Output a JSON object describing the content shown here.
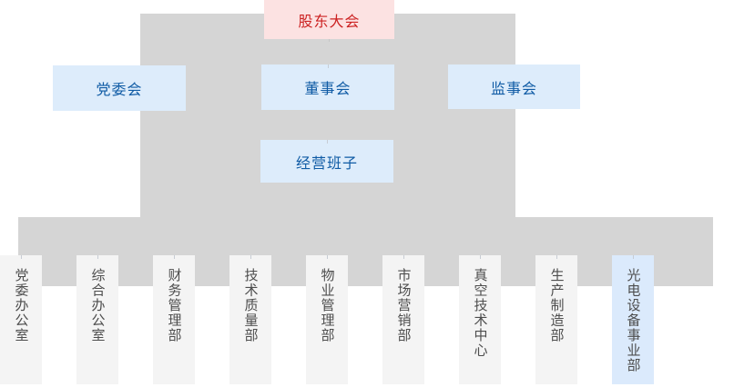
{
  "org": {
    "root": {
      "label": "股东大会"
    },
    "level2": [
      {
        "label": "党委会"
      },
      {
        "label": "董事会"
      },
      {
        "label": "监事会"
      }
    ],
    "level3": [
      {
        "label": "经营班子"
      }
    ],
    "departments": [
      {
        "label": "党委办公室",
        "highlight": false
      },
      {
        "label": "综合办公室",
        "highlight": false
      },
      {
        "label": "财务管理部",
        "highlight": false
      },
      {
        "label": "技术质量部",
        "highlight": false
      },
      {
        "label": "物业管理部",
        "highlight": false
      },
      {
        "label": "市场营销部",
        "highlight": false
      },
      {
        "label": "真空技术中心",
        "highlight": false
      },
      {
        "label": "生产制造部",
        "highlight": false
      },
      {
        "label": "光电设备事业部",
        "highlight": true
      }
    ],
    "colors": {
      "root_bg": "#fce2e2",
      "root_text": "#cc2222",
      "committee_bg": "#ddecfb",
      "committee_text": "#0f5ba5",
      "connector_gray": "#d5d5d5",
      "dept_bg": "#f4f4f4",
      "dept_text": "#4d4d4d",
      "highlight_dept_bg": "#dbeafc"
    }
  }
}
